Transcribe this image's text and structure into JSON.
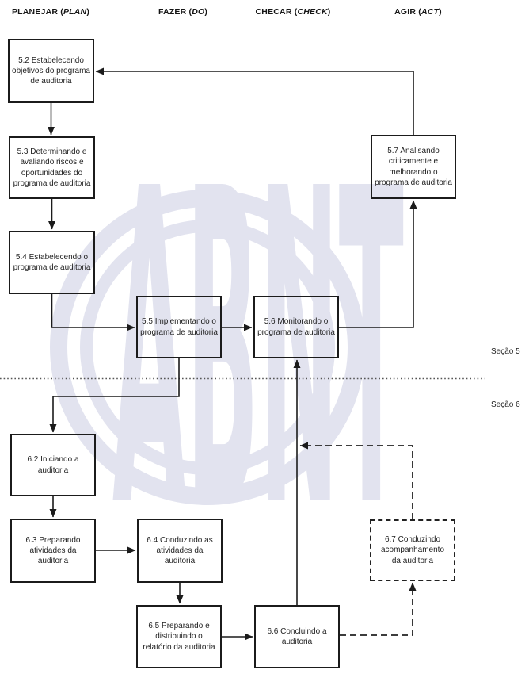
{
  "headers": {
    "plan": {
      "prefix": "PLANEJAR (",
      "italic": "PLAN",
      "suffix": ")"
    },
    "do": {
      "prefix": "FAZER (",
      "italic": "DO",
      "suffix": ")"
    },
    "check": {
      "prefix": "CHECAR (",
      "italic": "CHECK",
      "suffix": ")"
    },
    "act": {
      "prefix": "AGIR (",
      "italic": "ACT",
      "suffix": ")"
    }
  },
  "boxes": {
    "b52": {
      "label": "5.2 Estabelecendo\nobjetivos do programa\nde auditoria"
    },
    "b53": {
      "label": "5.3 Determinando e\navaliando riscos e\noportunidades do\nprograma de auditoria"
    },
    "b54": {
      "label": "5.4 Estabelecendo o\nprograma de auditoria"
    },
    "b55": {
      "label": "5.5 Implementando o\nprograma de auditoria"
    },
    "b56": {
      "label": "5.6 Monitorando o\nprograma de auditoria"
    },
    "b57": {
      "label": "5.7 Analisando\ncriticamente e\nmelhorando o\nprograma de auditoria"
    },
    "b62": {
      "label": "6.2 Iniciando a\nauditoria"
    },
    "b63": {
      "label": "6.3 Preparando\natividades da auditoria"
    },
    "b64": {
      "label": "6.4 Conduzindo as\natividades da auditoria"
    },
    "b65": {
      "label": "6.5 Preparando e\ndistribuindo o\nrelatório da auditoria"
    },
    "b66": {
      "label": "6.6 Concluindo a\nauditoria"
    },
    "b67": {
      "label": "6.7 Conduzindo\nacompanhamento\nda auditoria"
    }
  },
  "sections": {
    "sec5": {
      "label": "Seção 5"
    },
    "sec6": {
      "label": "Seção 6"
    }
  },
  "watermark": {
    "text": "ABNT",
    "color": "#e2e3ef"
  },
  "colors": {
    "line": "#1b1b1b",
    "text": "#222222",
    "divider": "#555555",
    "background": "#ffffff"
  }
}
